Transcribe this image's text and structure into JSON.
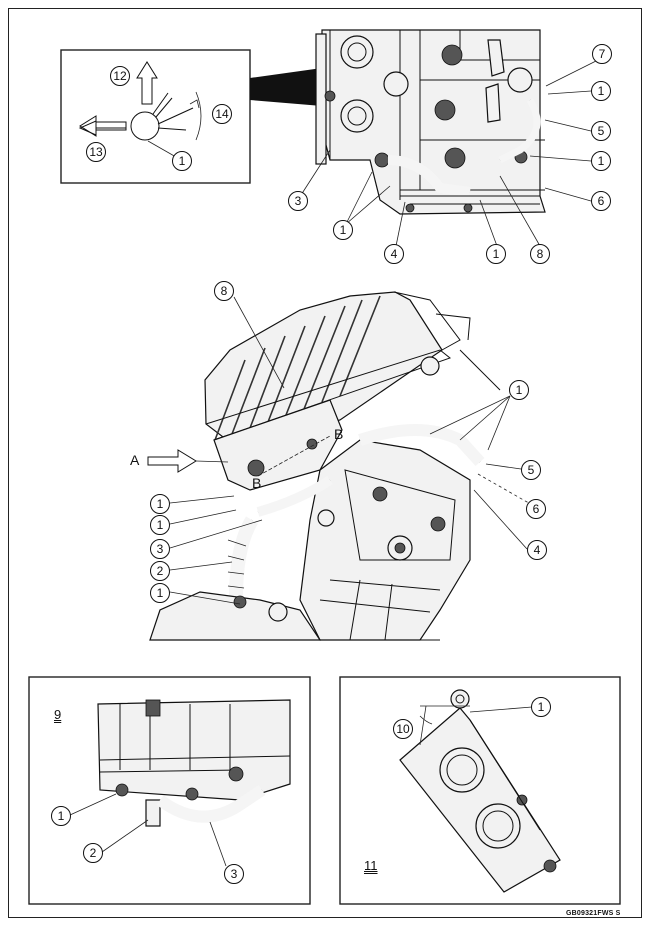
{
  "figure_code": "GB09321FWS  S",
  "callouts_top": [
    "12",
    "14",
    "13",
    "1",
    "3",
    "1",
    "4",
    "1",
    "8",
    "7",
    "1",
    "5",
    "1",
    "6"
  ],
  "callouts_main": [
    "8",
    "1",
    "5",
    "6",
    "4",
    "1",
    "1",
    "3",
    "2",
    "1"
  ],
  "letters": {
    "view_a": "A",
    "b1": "B",
    "b2": "B"
  },
  "panel_9": {
    "label": "9",
    "callouts": [
      "1",
      "2",
      "3"
    ]
  },
  "panel_11": {
    "label": "11",
    "callouts": [
      "10",
      "1"
    ]
  }
}
